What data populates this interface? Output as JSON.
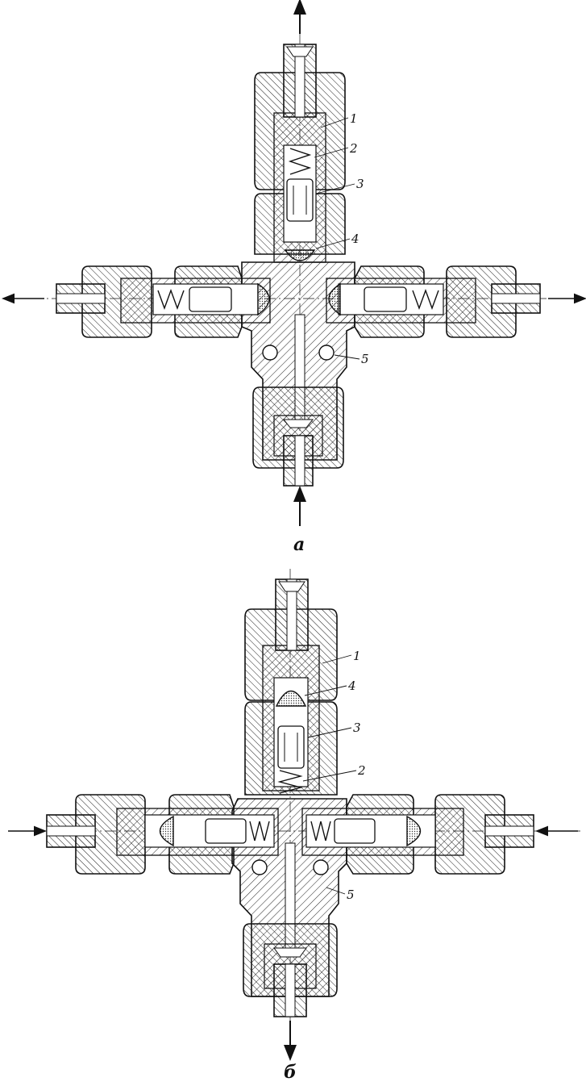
{
  "diagrams": [
    {
      "id": "a",
      "caption": "а",
      "labels": [
        "1",
        "2",
        "3",
        "4",
        "5"
      ]
    },
    {
      "id": "b",
      "caption": "б",
      "labels": [
        "1",
        "4",
        "3",
        "2",
        "5"
      ]
    }
  ],
  "colors": {
    "ink": "#111111",
    "hatch": "#222222",
    "paper": "#ffffff"
  }
}
